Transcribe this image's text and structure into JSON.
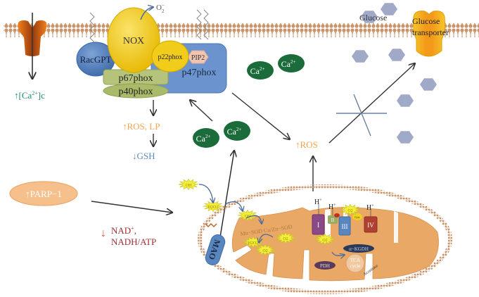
{
  "title": "NOX / PARP-1 / mitochondrial ROS signaling diagram",
  "colors": {
    "membrane": "#c8956a",
    "nox": "#f2cc1a",
    "racgpt": "#5a86c0",
    "p47": "#6b94cf",
    "p67": "#b5c47a",
    "pip2": "#f2c4b4",
    "calcium": "#1c6b3a",
    "ros_orange": "#f0a450",
    "gsh_blue": "#5f8ac0",
    "ca_teal": "#1f8a6e",
    "nad_red": "#9a3030",
    "parp": "#f5c08c",
    "glucose": "#a0aac8",
    "glut": "#f5b81a",
    "mito_matrix": "#e9a866",
    "mao": "#5a86c0",
    "star": "#f3ee3a"
  },
  "membrane": {
    "left_channel": {
      "name": "calcium-channel"
    },
    "ca_label": "[Ca",
    "ca_sup": "2+",
    "ca_suffix": "]c"
  },
  "nox_complex": {
    "nox": "NOX",
    "superoxide": "O",
    "superoxide_sub": "2",
    "superoxide_sup": "−",
    "racgpt": "RacGPT",
    "p22phox": "p22phox",
    "pip2": "PIP2",
    "p47phox": "p47phox",
    "p67phox": "p67phox",
    "p40phox": "p40phox"
  },
  "ros_lp": "ROS, LP",
  "gsh": "GSH",
  "calcium_ions": [
    {
      "label": "Ca",
      "sup": "2+"
    },
    {
      "label": "Ca",
      "sup": "2+"
    },
    {
      "label": "Ca",
      "sup": "2+"
    },
    {
      "label": "Ca",
      "sup": "2+"
    }
  ],
  "ros": "ROS",
  "glucose": {
    "label": "Glucose",
    "transporter_line1": "Glucose",
    "transporter_line2": "transporter"
  },
  "parp": "PARP−1",
  "nad": {
    "line1": "NAD",
    "line1_sup": "+",
    "line1_suffix": ",",
    "line2": "NADH/ATP"
  },
  "mitochondrion": {
    "mao": "MAO",
    "sod": "Mn−SOD  Cu/Zn−SOD",
    "complexes": [
      "I",
      "II",
      "III",
      "IV"
    ],
    "proton": "H",
    "proton_sup": "+",
    "cytc": "Cytc",
    "q": "Q",
    "akgdh": "α−KGDH",
    "tca_line1": "TCA",
    "tca_line2": "cycle",
    "aconitase": "Aconitase",
    "pdh": "PDH",
    "stars": [
      "OH",
      "H2O2",
      "OH",
      "O2",
      "H2O2",
      "O2",
      "O2",
      "O2"
    ]
  }
}
